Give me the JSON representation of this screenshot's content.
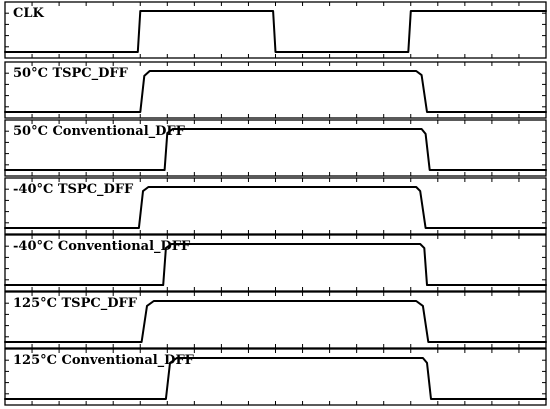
{
  "chart_data": {
    "type": "line",
    "title": "",
    "xlabel": "",
    "ylabel": "",
    "xlim": [
      0,
      20
    ],
    "ylim": [
      0,
      1
    ],
    "grid": false,
    "legend": "none",
    "line_color": "#000000",
    "x_tick_count": 21,
    "y_tick_count": 6,
    "panels": [
      {
        "label": "CLK",
        "points": [
          [
            0,
            0
          ],
          [
            4.91,
            0
          ],
          [
            5.0,
            1
          ],
          [
            9.91,
            1
          ],
          [
            10.0,
            0
          ],
          [
            14.91,
            0
          ],
          [
            15.0,
            1
          ],
          [
            20,
            1
          ]
        ]
      },
      {
        "label": "50°C TSPC_DFF",
        "points": [
          [
            0,
            0
          ],
          [
            5.0,
            0
          ],
          [
            5.15,
            0.88
          ],
          [
            5.35,
            1
          ],
          [
            15.2,
            1
          ],
          [
            15.4,
            0.9
          ],
          [
            15.6,
            0
          ],
          [
            20,
            0
          ]
        ]
      },
      {
        "label": "50°C Conventional_DFF",
        "points": [
          [
            0,
            0
          ],
          [
            5.9,
            0
          ],
          [
            6.0,
            0.9
          ],
          [
            6.2,
            1
          ],
          [
            15.4,
            1
          ],
          [
            15.55,
            0.88
          ],
          [
            15.7,
            0
          ],
          [
            20,
            0
          ]
        ]
      },
      {
        "label": "-40°C TSPC_DFF",
        "points": [
          [
            0,
            0
          ],
          [
            4.95,
            0
          ],
          [
            5.1,
            0.9
          ],
          [
            5.3,
            1
          ],
          [
            15.2,
            1
          ],
          [
            15.35,
            0.9
          ],
          [
            15.55,
            0
          ],
          [
            20,
            0
          ]
        ]
      },
      {
        "label": "-40°C Conventional_DFF",
        "points": [
          [
            0,
            0
          ],
          [
            5.85,
            0
          ],
          [
            5.95,
            0.9
          ],
          [
            6.15,
            1
          ],
          [
            15.35,
            1
          ],
          [
            15.5,
            0.9
          ],
          [
            15.6,
            0
          ],
          [
            20,
            0
          ]
        ]
      },
      {
        "label": "125°C TSPC_DFF",
        "points": [
          [
            0,
            0
          ],
          [
            5.05,
            0
          ],
          [
            5.25,
            0.88
          ],
          [
            5.5,
            1
          ],
          [
            15.2,
            1
          ],
          [
            15.45,
            0.88
          ],
          [
            15.65,
            0
          ],
          [
            20,
            0
          ]
        ]
      },
      {
        "label": "125°C Conventional_DFF",
        "points": [
          [
            0,
            0
          ],
          [
            5.95,
            0
          ],
          [
            6.1,
            0.88
          ],
          [
            6.35,
            1
          ],
          [
            15.45,
            1
          ],
          [
            15.6,
            0.88
          ],
          [
            15.75,
            0
          ],
          [
            20,
            0
          ]
        ]
      }
    ]
  }
}
